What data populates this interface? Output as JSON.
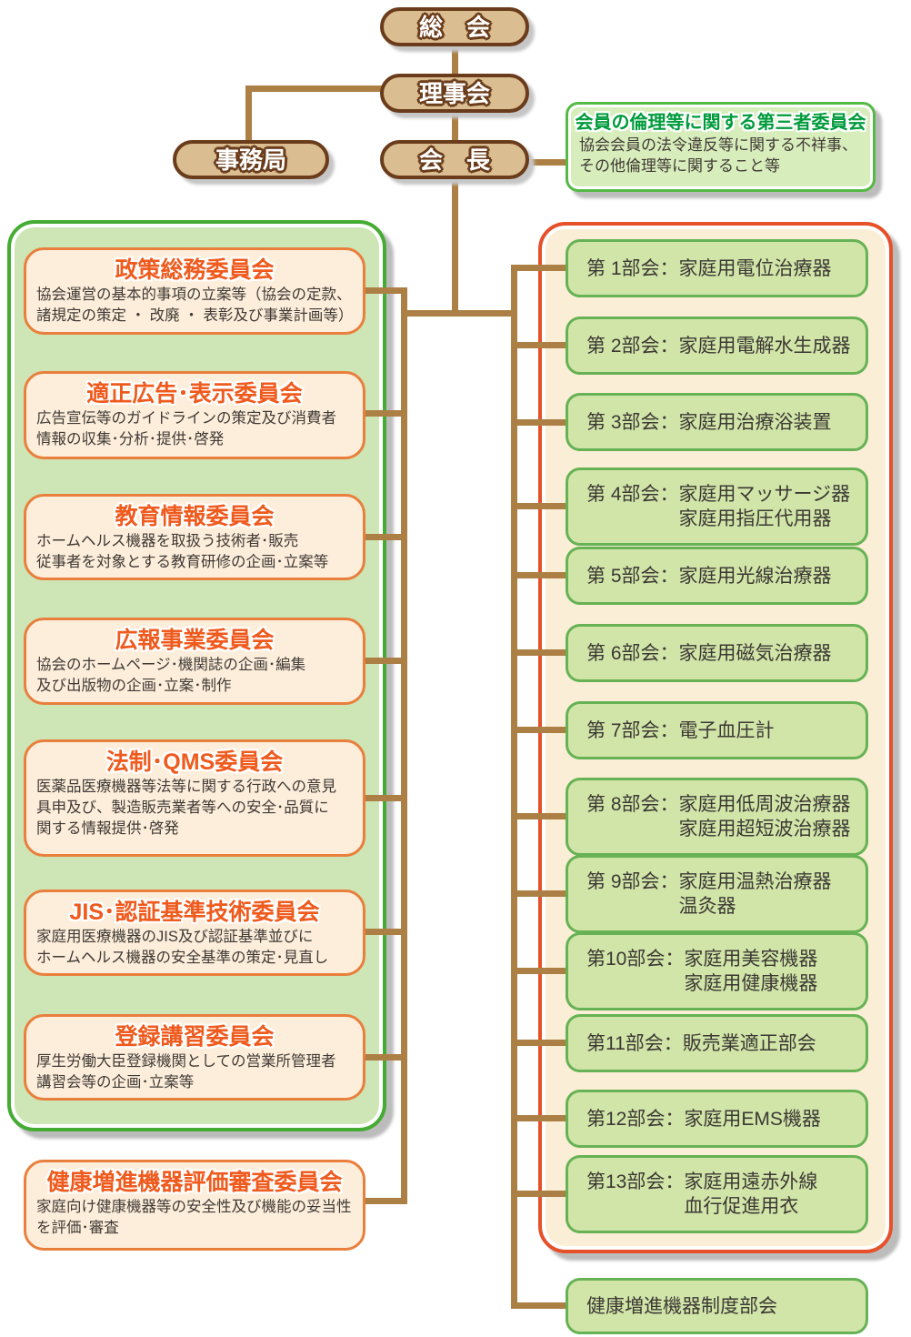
{
  "nodes": {
    "general_meeting": "総　会",
    "board": "理事会",
    "secretariat": "事務局",
    "president": "会　長"
  },
  "ethics_committee": {
    "title": "会員の倫理等に関する第三者委員会",
    "lines": [
      "協会会員の法令違反等に関する不祥事、",
      "その他倫理等に関すること等"
    ]
  },
  "committees": [
    {
      "title": "政策総務委員会",
      "lines": [
        "協会運営の基本的事項の立案等（協会の定款、",
        "諸規定の策定 ・ 改廃 ・ 表彰及び事業計画等）"
      ]
    },
    {
      "title": "適正広告･表示委員会",
      "lines": [
        "広告宣伝等のガイドラインの策定及び消費者",
        "情報の収集･分析･提供･啓発"
      ]
    },
    {
      "title": "教育情報委員会",
      "lines": [
        "ホームヘルス機器を取扱う技術者･販売",
        "従事者を対象とする教育研修の企画･立案等"
      ]
    },
    {
      "title": "広報事業委員会",
      "lines": [
        "協会のホームページ･機関誌の企画･編集",
        "及び出版物の企画･立案･制作"
      ]
    },
    {
      "title": "法制･QMS委員会",
      "lines": [
        "医薬品医療機器等法等に関する行政への意見",
        "具申及び、製造販売業者等への安全･品質に",
        "関する情報提供･啓発"
      ]
    },
    {
      "title": "JIS･認証基準技術委員会",
      "lines": [
        "家庭用医療機器のJIS及び認証基準並びに",
        "ホームヘルス機器の安全基準の策定･見直し"
      ]
    },
    {
      "title": "登録講習委員会",
      "lines": [
        "厚生労働大臣登録機関としての営業所管理者",
        "講習会等の企画･立案等"
      ]
    },
    {
      "title": "健康増進機器評価審査委員会",
      "lines": [
        "家庭向け健康機器等の安全性及び機能の妥当性",
        "を評価･審査"
      ]
    }
  ],
  "subcommittees": [
    {
      "no": "第 1部会：",
      "lines": [
        "家庭用電位治療器"
      ]
    },
    {
      "no": "第 2部会：",
      "lines": [
        "家庭用電解水生成器"
      ]
    },
    {
      "no": "第 3部会：",
      "lines": [
        "家庭用治療浴装置"
      ]
    },
    {
      "no": "第 4部会：",
      "lines": [
        "家庭用マッサージ器",
        "家庭用指圧代用器"
      ]
    },
    {
      "no": "第 5部会：",
      "lines": [
        "家庭用光線治療器"
      ]
    },
    {
      "no": "第 6部会：",
      "lines": [
        "家庭用磁気治療器"
      ]
    },
    {
      "no": "第 7部会：",
      "lines": [
        "電子血圧計"
      ]
    },
    {
      "no": "第 8部会：",
      "lines": [
        "家庭用低周波治療器",
        "家庭用超短波治療器"
      ]
    },
    {
      "no": "第 9部会：",
      "lines": [
        "家庭用温熱治療器",
        "温灸器"
      ]
    },
    {
      "no": "第10部会：",
      "lines": [
        "家庭用美容機器",
        "家庭用健康機器"
      ]
    },
    {
      "no": "第11部会：",
      "lines": [
        "販売業適正部会"
      ]
    },
    {
      "no": "第12部会：",
      "lines": [
        "家庭用EMS機器"
      ]
    },
    {
      "no": "第13部会：",
      "lines": [
        "家庭用遠赤外線",
        "血行促進用衣"
      ]
    }
  ],
  "bottom_subcommittee": "健康増進機器制度部会",
  "colors": {
    "connector_brown": "#ac7f45",
    "node_fill": "#dabd90",
    "node_border": "#6a3c1b",
    "committee_title_orange": "#ef5a1d",
    "committee_box_fill": "#fdeedb",
    "committee_box_border": "#e97f3d",
    "left_panel_fill": "#cee5b5",
    "left_panel_border": "#45ac33",
    "right_panel_fill": "#fbeed6",
    "right_panel_border": "#e6512a",
    "subcommittee_fill": "#d1e5a9",
    "subcommittee_border": "#66b254",
    "ethics_fill": "#d8edbc",
    "ethics_border": "#54ba45",
    "ethics_title_green": "#009b3c",
    "body_text": "#403a35"
  }
}
